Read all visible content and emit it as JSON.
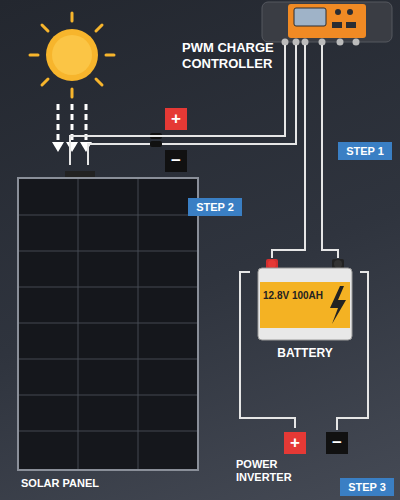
{
  "diagram": {
    "nodes": [
      {
        "text": [
          "PWM CHARGE CONTROLLER"
        ]
      },
      {
        "text": [
          "SOLAR PANEL"
        ]
      },
      {
        "text": [
          "12.8V 100AH",
          "BATTERY"
        ]
      },
      {
        "text": [
          "POWER INVERTER"
        ]
      }
    ],
    "edges": [
      {
        "from": 1,
        "to": 0,
        "arrow": "none"
      },
      {
        "from": 0,
        "to": 2,
        "arrow": "none"
      },
      {
        "from": 2,
        "to": 3,
        "arrow": "none"
      }
    ],
    "labels": [
      "STEP 1",
      "+",
      "−",
      "STEP 2",
      "+",
      "−",
      "STEP 3"
    ]
  }
}
